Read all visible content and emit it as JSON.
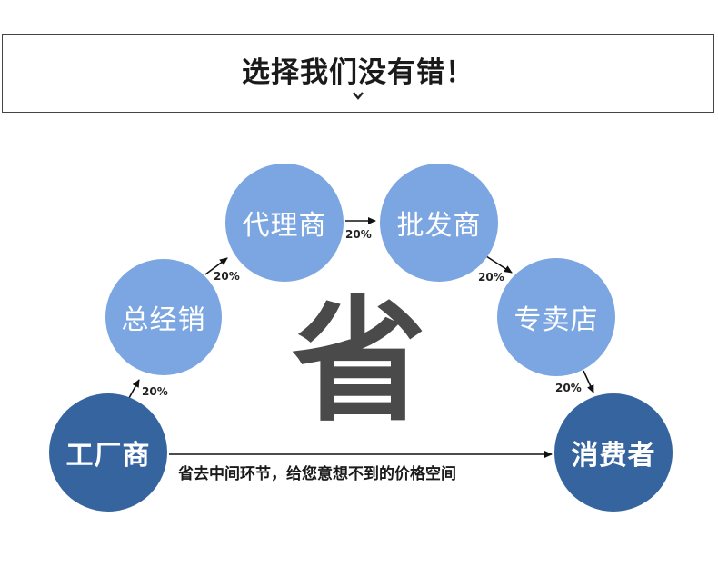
{
  "header": {
    "title": "选择我们没有错！"
  },
  "diagram": {
    "center_char": "省",
    "caption": "省去中间环节，给您意想不到的价格空间",
    "nodes": [
      {
        "id": "factory",
        "label": "工厂商",
        "style": "dark"
      },
      {
        "id": "general",
        "label": "总经销",
        "style": "light"
      },
      {
        "id": "agent",
        "label": "代理商",
        "style": "light"
      },
      {
        "id": "wholesale",
        "label": "批发商",
        "style": "light"
      },
      {
        "id": "store",
        "label": "专卖店",
        "style": "light"
      },
      {
        "id": "consumer",
        "label": "消费者",
        "style": "dark"
      }
    ],
    "markups": [
      "20%",
      "20%",
      "20%",
      "20%",
      "20%"
    ]
  },
  "colors": {
    "light_node": "#7ba6e1",
    "dark_node": "#35649f",
    "arrow": "#111111"
  }
}
